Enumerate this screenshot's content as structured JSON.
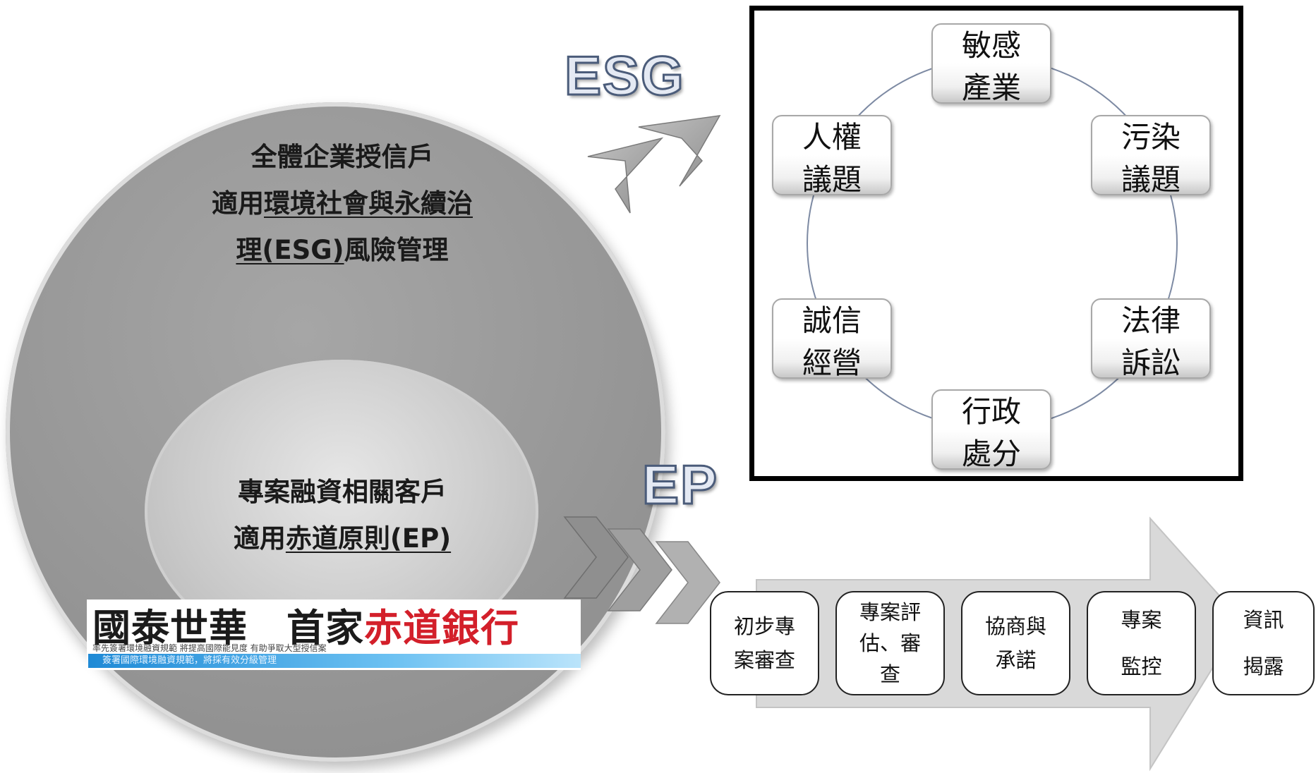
{
  "labels": {
    "esg": "ESG",
    "ep": "EP"
  },
  "outer_circle": {
    "line1": "全體企業授信戶",
    "line2_pre": "適用",
    "line2_u": "環境社會與永續治",
    "line3_u": "理(ESG)",
    "line3_post": "風險管理"
  },
  "inner_circle": {
    "line1": "專案融資相關客戶",
    "line2_pre": "適用",
    "line2_u": "赤道原則(EP)"
  },
  "banner": {
    "title_dark": "國泰世華　首家",
    "title_red": "赤道銀行",
    "sub1": "率先簽署環境融資規範 將提高國際能見度 有助爭取大型授信案",
    "sub2": "簽署國際環境融資規範，將採有效分級管理"
  },
  "esg_cycle": {
    "nodes": [
      {
        "l1": "敏感",
        "l2": "產業"
      },
      {
        "l1": "污染",
        "l2": "議題"
      },
      {
        "l1": "法律",
        "l2": "訴訟"
      },
      {
        "l1": "行政",
        "l2": "處分"
      },
      {
        "l1": "誠信",
        "l2": "經營"
      },
      {
        "l1": "人權",
        "l2": "議題"
      }
    ]
  },
  "ep_process": {
    "steps": [
      {
        "lines": [
          "初步專",
          "案審查"
        ]
      },
      {
        "lines": [
          "專案評",
          "估、審",
          "查"
        ]
      },
      {
        "lines": [
          "協商與",
          "承諾"
        ]
      },
      {
        "lines": [
          "專案",
          "監控"
        ]
      },
      {
        "lines": [
          "資訊",
          "揭露"
        ]
      }
    ]
  },
  "colors": {
    "circle_outer": "#979797",
    "circle_inner": "#c9c9c9",
    "arrow": "#a3a3a3",
    "banner_red": "#d31f2a",
    "banner_blue": "#1f8ad6"
  }
}
